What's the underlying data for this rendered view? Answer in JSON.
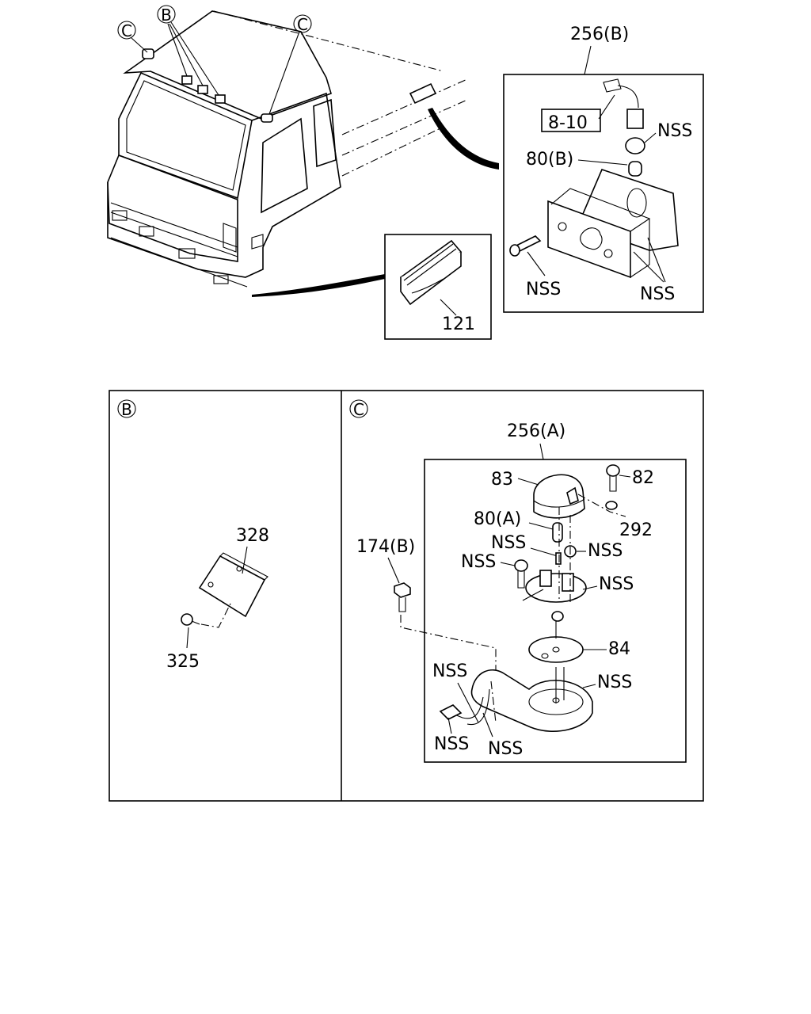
{
  "diagram": {
    "overview": {
      "callouts": {
        "c_left": "C",
        "b_group": "B",
        "c_right": "C"
      },
      "detail_256b": {
        "title": "256(B)",
        "box_ref": "8-10",
        "labels": {
          "nss_top": "NSS",
          "p80b": "80(B)",
          "nss_bolt": "NSS",
          "nss_lens": "NSS"
        }
      },
      "detail_121": {
        "label": "121"
      }
    },
    "panel_b": {
      "marker": "B",
      "labels": {
        "p328": "328",
        "p325": "325"
      }
    },
    "panel_c": {
      "marker": "C",
      "title": "256(A)",
      "labels": {
        "p83": "83",
        "p82": "82",
        "p292": "292",
        "p80a": "80(A)",
        "nss_a": "NSS",
        "nss_b": "NSS",
        "nss_c": "NSS",
        "nss_d": "NSS",
        "p174b": "174(B)",
        "p84": "84",
        "nss_base": "NSS",
        "nss_wire": "NSS",
        "nss_conn": "NSS",
        "nss_lower": "NSS"
      }
    }
  }
}
